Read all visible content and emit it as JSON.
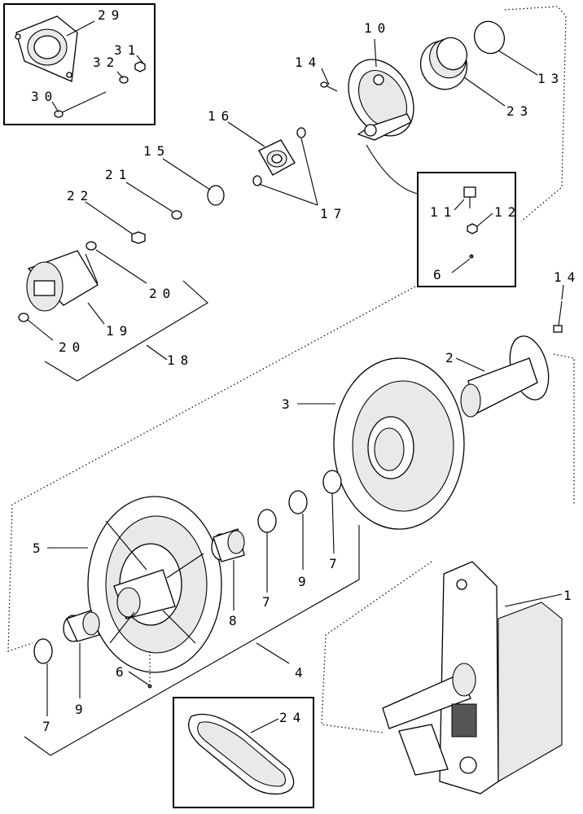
{
  "callouts": [
    {
      "id": "c29",
      "text": "29"
    },
    {
      "id": "c31",
      "text": "31"
    },
    {
      "id": "c32",
      "text": "32"
    },
    {
      "id": "c30",
      "text": "30"
    },
    {
      "id": "c10",
      "text": "10"
    },
    {
      "id": "c14a",
      "text": "14"
    },
    {
      "id": "c13",
      "text": "13"
    },
    {
      "id": "c23",
      "text": "23"
    },
    {
      "id": "c16",
      "text": "16"
    },
    {
      "id": "c15",
      "text": "15"
    },
    {
      "id": "c21",
      "text": "21"
    },
    {
      "id": "c22",
      "text": "22"
    },
    {
      "id": "c17",
      "text": "17"
    },
    {
      "id": "c11",
      "text": "11"
    },
    {
      "id": "c12",
      "text": "12"
    },
    {
      "id": "c6a",
      "text": "6"
    },
    {
      "id": "c20a",
      "text": "20"
    },
    {
      "id": "c19",
      "text": "19"
    },
    {
      "id": "c20b",
      "text": "20"
    },
    {
      "id": "c18",
      "text": "18"
    },
    {
      "id": "c14b",
      "text": "14"
    },
    {
      "id": "c2",
      "text": "2"
    },
    {
      "id": "c3",
      "text": "3"
    },
    {
      "id": "c5",
      "text": "5"
    },
    {
      "id": "c8",
      "text": "8"
    },
    {
      "id": "c7a",
      "text": "7"
    },
    {
      "id": "c9a",
      "text": "9"
    },
    {
      "id": "c7b",
      "text": "7"
    },
    {
      "id": "c1",
      "text": "1"
    },
    {
      "id": "c4",
      "text": "4"
    },
    {
      "id": "c6b",
      "text": "6"
    },
    {
      "id": "c7c",
      "text": "7"
    },
    {
      "id": "c9b",
      "text": "9"
    },
    {
      "id": "c24",
      "text": "24"
    }
  ]
}
